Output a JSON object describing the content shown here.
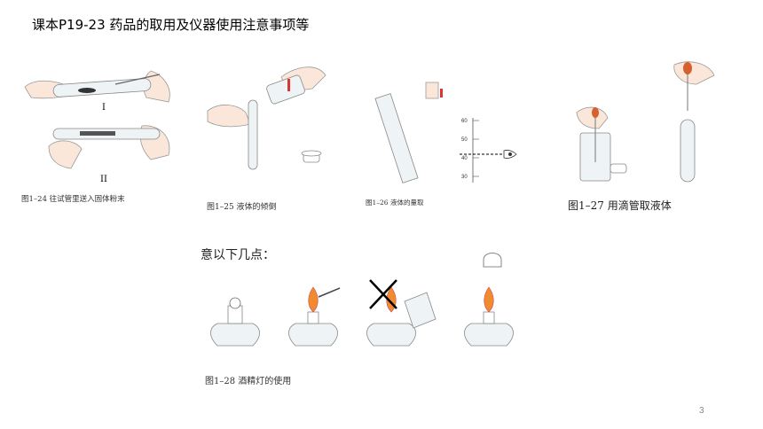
{
  "slide": {
    "title": "课本P19-23 药品的取用及仪器使用注意事项等",
    "page_number": "3"
  },
  "figures": [
    {
      "caption": "图1–24 往试管里送入固体粉末",
      "labels": [
        "I",
        "II"
      ]
    },
    {
      "caption": "图1–25  液体的倾倒"
    },
    {
      "caption": "图1–26  液体的量取",
      "scale": [
        "60",
        "50",
        "40",
        "30"
      ]
    },
    {
      "caption": "图1–27  用滴管取液体"
    },
    {
      "caption": "图1–28  酒精灯的使用",
      "heading": "意以下几点："
    }
  ]
}
